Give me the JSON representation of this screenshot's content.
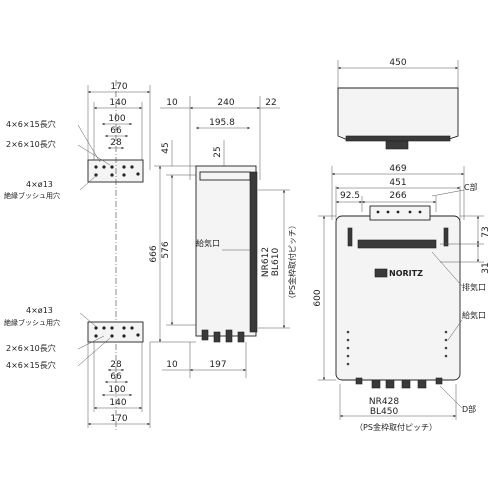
{
  "left_brackets": {
    "dims": [
      "170",
      "140",
      "100",
      "66",
      "28"
    ],
    "upper_labels": [
      "4×6×15長穴",
      "2×6×10長穴",
      "4×ø13",
      "絶縁ブッシュ用穴"
    ],
    "lower_labels": [
      "4×ø13",
      "絶縁ブッシュ用穴",
      "2×6×10長穴",
      "4×6×15長穴"
    ],
    "lower_dims": [
      "28",
      "66",
      "100",
      "140",
      "170"
    ]
  },
  "side_view": {
    "top_dims": [
      "10",
      "240",
      "22",
      "195.8"
    ],
    "vertical_dims": [
      "45",
      "25",
      "666",
      "576"
    ],
    "bottom_dims": [
      "10",
      "197"
    ],
    "label_air_intake": "給気口",
    "pitch_label_1": "NR612",
    "pitch_label_2": "BL610",
    "pitch_note": "（PS金枠取付ピッチ）"
  },
  "top_view": {
    "dim_width": "450"
  },
  "front_view": {
    "dims": [
      "469",
      "451",
      "92.5",
      "266",
      "73",
      "31",
      "600"
    ],
    "label_c": "C部",
    "label_exhaust": "排気口",
    "label_air_intake": "給気口",
    "label_d": "D部",
    "brand": "NORITZ",
    "pitch_label_1": "NR428",
    "pitch_label_2": "BL450",
    "pitch_note": "（PS金枠取付ピッチ）"
  }
}
